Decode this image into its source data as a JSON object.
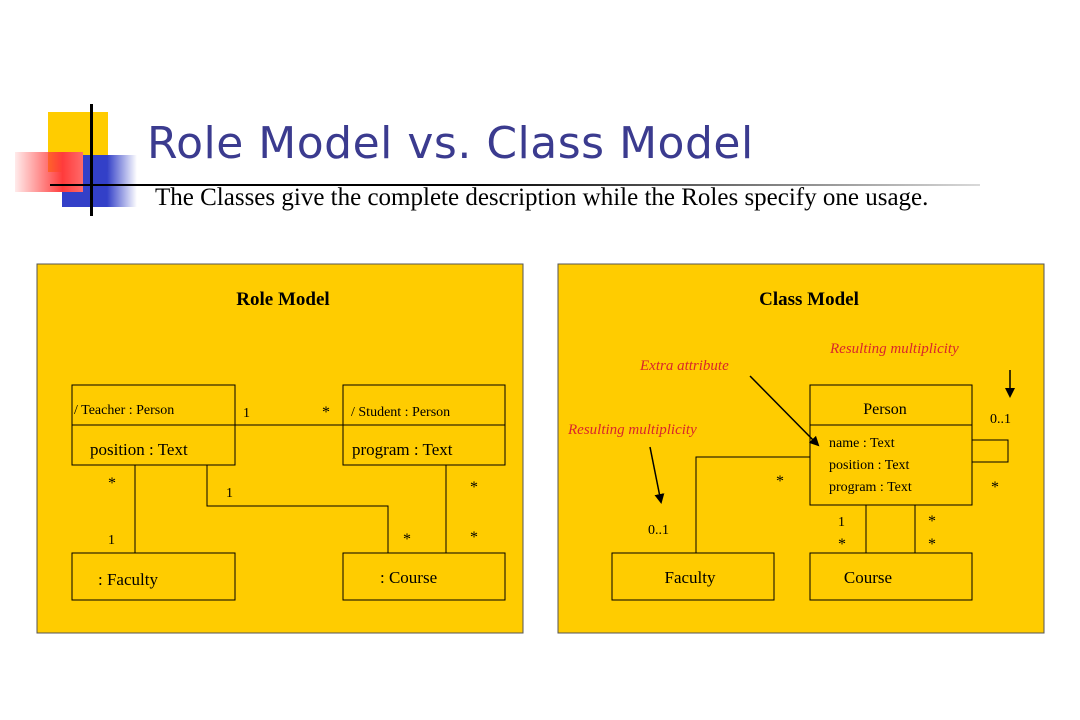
{
  "slide": {
    "title": "Role Model vs. Class Model",
    "subtitle": "The Classes give the complete description while the Roles specify one usage."
  },
  "colors": {
    "panel_bg": "#ffcc00",
    "title_color": "#3b3b8f",
    "annotation_red": "#d9262b",
    "deco_yellow": "#ffcc00",
    "deco_blue": "#3340c8",
    "deco_red": "#ff3b3b"
  },
  "role_model": {
    "title": "Role Model",
    "teacher": {
      "name": "/ Teacher : Person",
      "attr": "position : Text"
    },
    "student": {
      "name": "/ Student : Person",
      "attr": "program : Text"
    },
    "faculty": {
      "name": ": Faculty"
    },
    "course": {
      "name": ": Course"
    },
    "multiplicities": {
      "teacher_student_teacher_end": "1",
      "teacher_student_student_end": "*",
      "teacher_faculty_teacher_end": "*",
      "teacher_faculty_faculty_end": "1",
      "teacher_course_teacher_end": "1",
      "teacher_course_course_end": "*",
      "student_course_student_end": "*",
      "student_course_course_end": "*"
    }
  },
  "class_model": {
    "title": "Class Model",
    "person": {
      "name": "Person",
      "attrs": [
        "name : Text",
        "position : Text",
        "program : Text"
      ]
    },
    "faculty": {
      "name": "Faculty"
    },
    "course": {
      "name": "Course"
    },
    "annotations": {
      "extra_attribute": "Extra attribute",
      "resulting_multiplicity_left": "Resulting multiplicity",
      "resulting_multiplicity_right": "Resulting multiplicity"
    },
    "multiplicities": {
      "person_faculty_person_end": "*",
      "person_faculty_faculty_end": "0..1",
      "self_top": "0..1",
      "self_bottom": "*",
      "person_course_left_person": "1",
      "person_course_left_course": "*",
      "person_course_right_person": "*",
      "person_course_right_course": "*"
    }
  }
}
